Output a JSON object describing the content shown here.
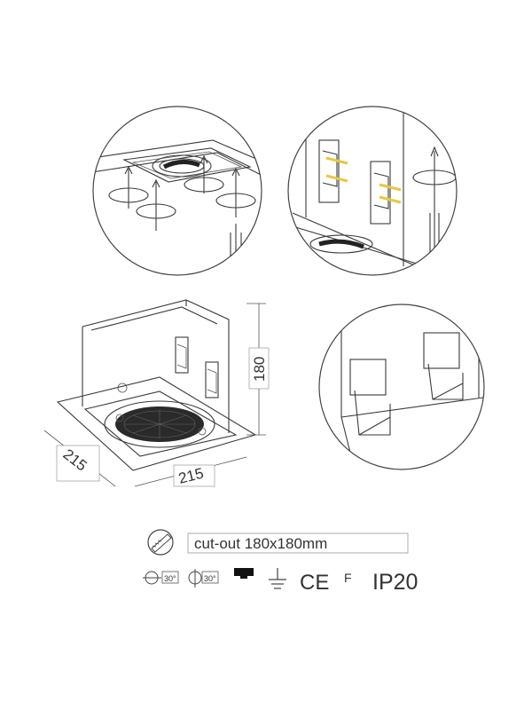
{
  "dimensions": {
    "height": "180",
    "width": "215",
    "depth": "215"
  },
  "cutout": {
    "text": "cut-out 180x180mm"
  },
  "icons": {
    "tilt": {
      "icon": "tilt-rotation-icon",
      "value": "30°"
    },
    "rotation": {
      "icon": "horizontal-rotation-icon",
      "value": "30°"
    },
    "driver": {
      "icon": "driver-block-icon"
    },
    "ground": {
      "icon": "ground-symbol-icon"
    },
    "ce": {
      "text": "CE"
    },
    "f": {
      "text": "F"
    },
    "ip": {
      "text": "IP20"
    }
  },
  "accent_color": "#e8c840"
}
